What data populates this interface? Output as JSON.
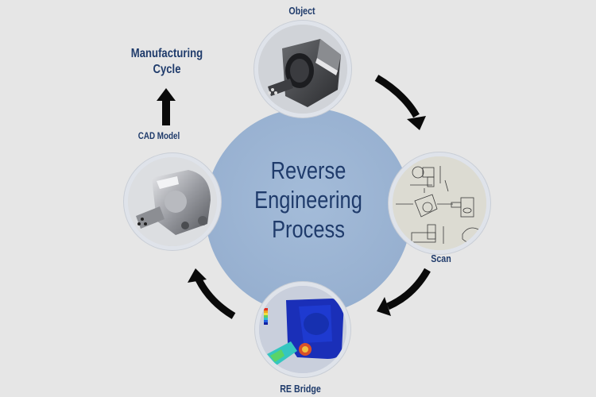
{
  "diagram": {
    "title_lines": [
      "Reverse",
      "Engineering",
      "Process"
    ],
    "nodes": [
      {
        "id": "object",
        "label": "Object",
        "image": "dark-mechanical-part-render"
      },
      {
        "id": "scan",
        "label": "Scan",
        "image": "technical-drawing-sketch"
      },
      {
        "id": "re-bridge",
        "label": "RE Bridge",
        "image": "fea-stress-simulation-render"
      },
      {
        "id": "cad-model",
        "label": "CAD Model",
        "image": "metallic-cad-part-render"
      }
    ],
    "output": {
      "label_lines": [
        "Manufacturing",
        "Cycle"
      ],
      "arrow": "arrow-up-icon"
    },
    "flow": [
      "Object",
      "Scan",
      "RE Bridge",
      "CAD Model",
      "Manufacturing Cycle"
    ],
    "arrow_icon": "curved-arrow-icon"
  },
  "colors": {
    "background": "#e6e6e6",
    "center_circle": "#98b2d2",
    "text": "#1f3b6b",
    "arrow": "#0a0a0a"
  }
}
